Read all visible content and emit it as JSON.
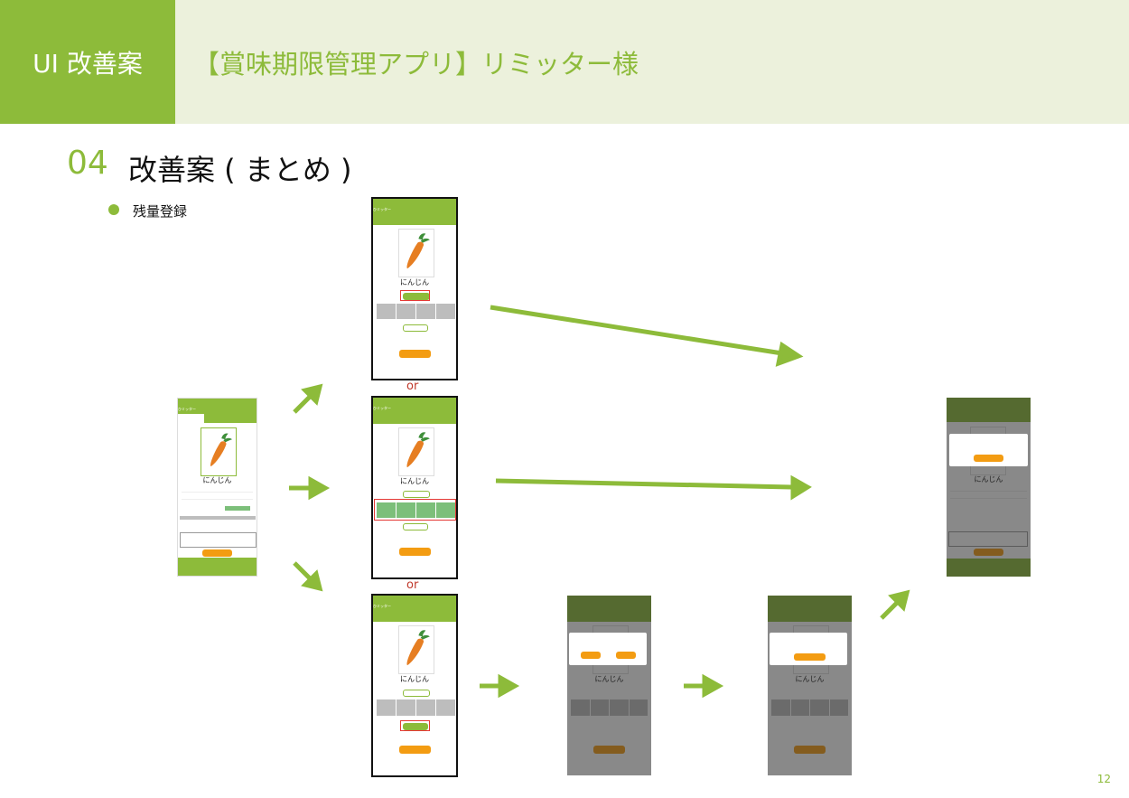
{
  "header": {
    "badge": "UI 改善案",
    "title": "【賞味期限管理アプリ】リミッター様"
  },
  "section": {
    "number": "04",
    "title": "改善案 ( まとめ )"
  },
  "bullet": "残量登録",
  "or_label": "or",
  "page_number": "12",
  "phone_common": {
    "app_title": "ひミッター",
    "item_name": "にんじん"
  },
  "colors": {
    "accent": "#8dbb3a",
    "header_bg": "#ecf1dc",
    "highlight": "#e53935",
    "button": "#f39c12"
  },
  "icons": [
    "carrot-icon",
    "arrow-right-icon",
    "arrow-diagonal-icon"
  ]
}
